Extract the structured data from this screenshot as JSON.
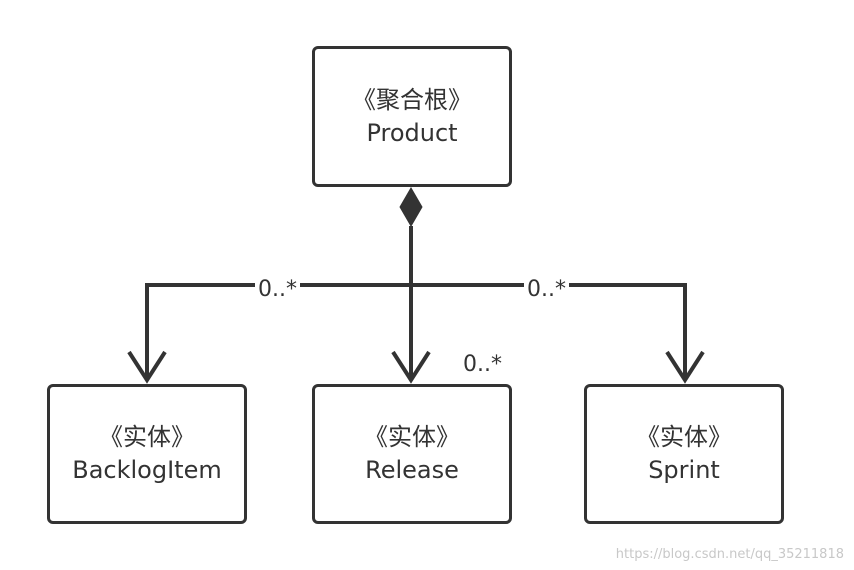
{
  "nodes": {
    "product": {
      "stereotype": "《聚合根》",
      "name": "Product"
    },
    "backlog_item": {
      "stereotype": "《实体》",
      "name": "BacklogItem"
    },
    "release": {
      "stereotype": "《实体》",
      "name": "Release"
    },
    "sprint": {
      "stereotype": "《实体》",
      "name": "Sprint"
    }
  },
  "multiplicities": {
    "backlog_item": "0..*",
    "release": "0..*",
    "sprint": "0..*"
  },
  "watermark": "https://blog.csdn.net/qq_35211818",
  "colors": {
    "line": "#333333",
    "background": "#ffffff",
    "watermark": "#c8c8c8"
  }
}
